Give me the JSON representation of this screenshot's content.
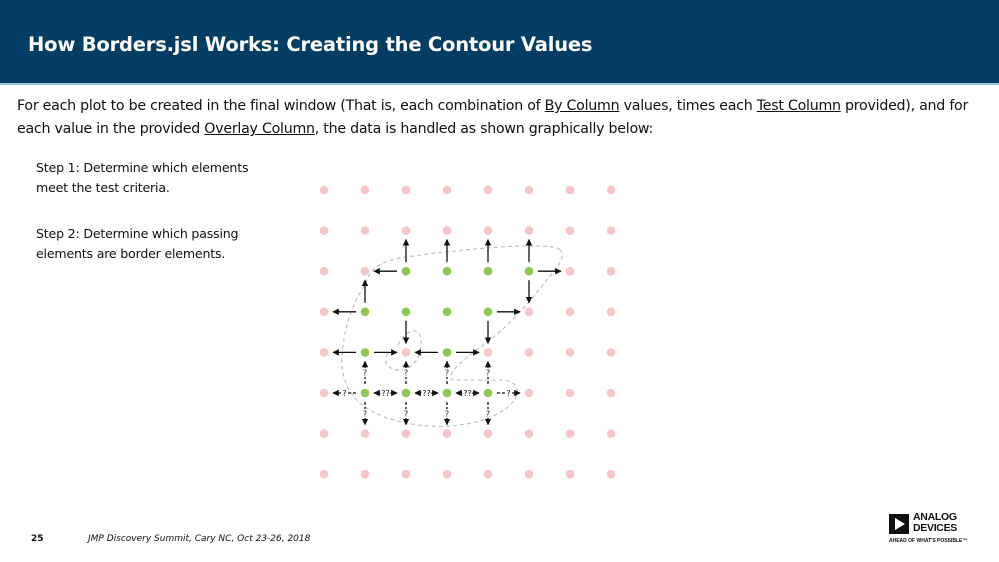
{
  "header": {
    "title": "How Borders.jsl Works: Creating the Contour Values"
  },
  "intro": {
    "p1": "For each plot to be created in the final window (That is, each combination of ",
    "link1": "By Column",
    "p2": " values, times each ",
    "link2": "Test Column",
    "p3": " provided), and for each value in the provided ",
    "link3": "Overlay Column",
    "p4": ", the data is handled as shown graphically below:"
  },
  "steps": [
    "Step 1: Determine which elements meet the test criteria.",
    "Step 2: Determine which passing elements are border elements."
  ],
  "diagram": {
    "colors": {
      "pass": "#8dc853",
      "fail": "#f6c6c8",
      "contour": "#bbbbbb",
      "arrow": "#111111"
    },
    "grid": [
      "00000000",
      "00000000",
      "00111100",
      "01111000",
      "01010000",
      "01111000",
      "00000000",
      "00000000"
    ],
    "arrows": [
      {
        "from": [
          2,
          2
        ],
        "to": [
          1,
          2
        ]
      },
      {
        "from": [
          2,
          3
        ],
        "to": [
          1,
          3
        ]
      },
      {
        "from": [
          2,
          4
        ],
        "to": [
          1,
          4
        ]
      },
      {
        "from": [
          2,
          5
        ],
        "to": [
          1,
          5
        ]
      },
      {
        "from": [
          2,
          2
        ],
        "to": [
          2,
          1
        ]
      },
      {
        "from": [
          2,
          5
        ],
        "to": [
          2,
          6
        ]
      },
      {
        "from": [
          2,
          5
        ],
        "to": [
          3,
          5
        ]
      },
      {
        "from": [
          3,
          1
        ],
        "to": [
          2,
          1
        ]
      },
      {
        "from": [
          3,
          1
        ],
        "to": [
          3,
          0
        ]
      },
      {
        "from": [
          3,
          2
        ],
        "to": [
          4,
          2
        ]
      },
      {
        "from": [
          3,
          4
        ],
        "to": [
          3,
          5
        ]
      },
      {
        "from": [
          3,
          4
        ],
        "to": [
          4,
          4
        ]
      },
      {
        "from": [
          4,
          1
        ],
        "to": [
          4,
          0
        ]
      },
      {
        "from": [
          4,
          1
        ],
        "to": [
          4,
          2
        ]
      },
      {
        "from": [
          4,
          3
        ],
        "to": [
          4,
          2
        ]
      },
      {
        "from": [
          4,
          3
        ],
        "to": [
          4,
          4
        ]
      }
    ],
    "uncertain_arrows": [
      {
        "from": [
          5,
          1
        ],
        "to": [
          4,
          1
        ],
        "label": "?"
      },
      {
        "from": [
          5,
          2
        ],
        "to": [
          4,
          2
        ],
        "label": "?"
      },
      {
        "from": [
          5,
          3
        ],
        "to": [
          4,
          3
        ],
        "label": "?"
      },
      {
        "from": [
          5,
          4
        ],
        "to": [
          4,
          4
        ],
        "label": "?"
      },
      {
        "from": [
          5,
          1
        ],
        "to": [
          6,
          1
        ],
        "label": "?"
      },
      {
        "from": [
          5,
          2
        ],
        "to": [
          6,
          2
        ],
        "label": "?"
      },
      {
        "from": [
          5,
          3
        ],
        "to": [
          6,
          3
        ],
        "label": "?"
      },
      {
        "from": [
          5,
          4
        ],
        "to": [
          6,
          4
        ],
        "label": "?"
      },
      {
        "from": [
          5,
          1
        ],
        "to": [
          5,
          0
        ],
        "label": "?"
      },
      {
        "from": [
          5,
          4
        ],
        "to": [
          5,
          5
        ],
        "label": "?"
      },
      {
        "from": [
          5,
          1
        ],
        "to": [
          5,
          2
        ],
        "label": "??",
        "double": true
      },
      {
        "from": [
          5,
          2
        ],
        "to": [
          5,
          3
        ],
        "label": "??",
        "double": true
      },
      {
        "from": [
          5,
          3
        ],
        "to": [
          5,
          4
        ],
        "label": "??",
        "double": true
      }
    ]
  },
  "footer": {
    "page": "25",
    "text": "JMP Discovery Summit, Cary NC, Oct 23-26, 2018"
  },
  "logo": {
    "line1": "ANALOG",
    "line2": "DEVICES",
    "tagline": "AHEAD OF WHAT'S POSSIBLE™"
  }
}
